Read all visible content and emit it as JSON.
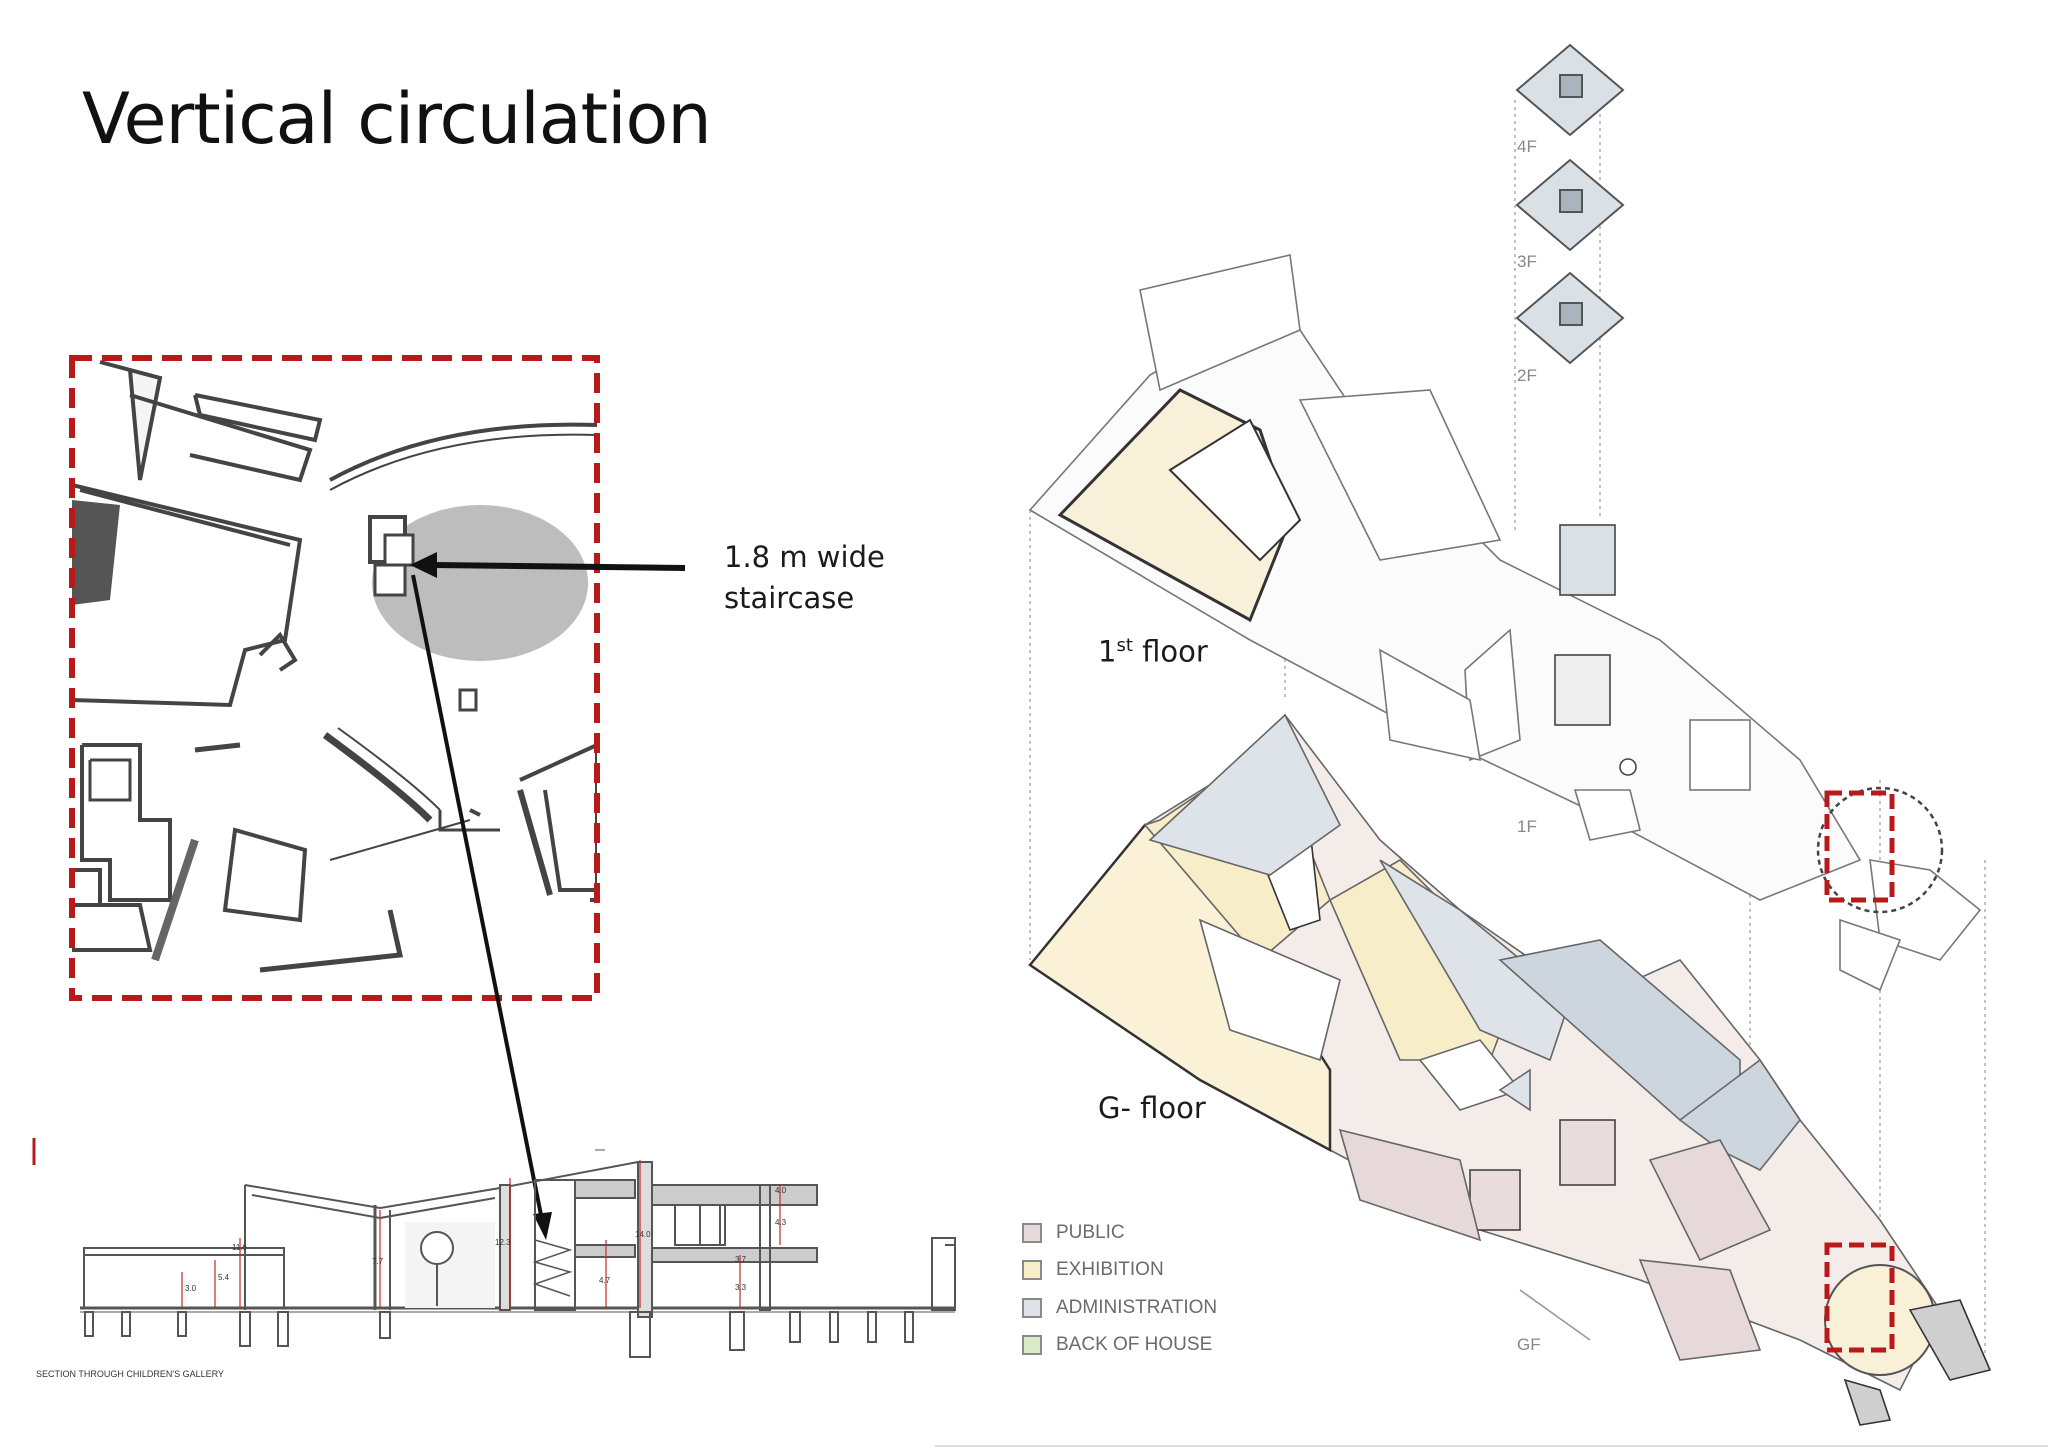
{
  "slide": {
    "title": "Vertical circulation"
  },
  "annotations": {
    "staircase_line1": "1.8 m wide",
    "staircase_line2": "staircase",
    "first_floor": "1",
    "first_floor_sup": "st",
    "first_floor_rest": " floor",
    "ground_floor": "G- floor"
  },
  "plan_labels": {
    "f4": "4F",
    "f3": "3F",
    "f2": "2F",
    "f1": "1F",
    "gf": "GF"
  },
  "section": {
    "caption": "SECTION THROUGH CHILDREN'S GALLERY",
    "dims": [
      "3.0",
      "5.4",
      "11.6",
      "7.7",
      "12.3",
      "4.7",
      "14.0",
      "3.7",
      "4.3",
      "3.3",
      "4.0"
    ]
  },
  "legend": [
    {
      "label": "PUBLIC",
      "color": "#e7d9d9"
    },
    {
      "label": "EXHIBITION",
      "color": "#f7edc9"
    },
    {
      "label": "ADMINISTRATION",
      "color": "#dde3e9"
    },
    {
      "label": "BACK OF HOUSE",
      "color": "#d9ebc9"
    }
  ],
  "colors": {
    "highlight": "#b81a1a",
    "arrow": "#111111",
    "wall": "#333333"
  }
}
